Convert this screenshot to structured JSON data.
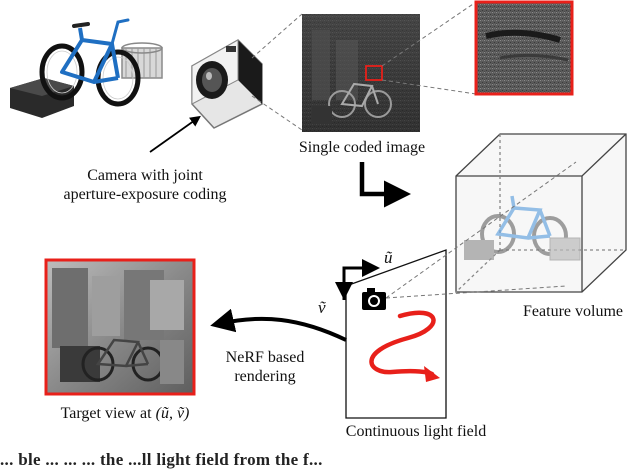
{
  "labels": {
    "camera_caption_line1": "Camera with joint",
    "camera_caption_line2": "aperture-exposure coding",
    "coded_image": "Single coded image",
    "feature_volume": "Feature volume",
    "nerf_line1": "NeRF based",
    "nerf_line2": "rendering",
    "target_view_prefix": "Target view at ",
    "target_view_coords": "(ũ, ṽ)",
    "light_field": "Continuous light field",
    "axis_u": "ũ",
    "axis_v": "ṽ"
  },
  "footer_text": "...         ble            ...         ...   ...  the ...ll light field from the f...",
  "colors": {
    "accent_red": "#e8201a",
    "bike_blue": "#1f6fc2",
    "arrow_black": "#000000"
  }
}
